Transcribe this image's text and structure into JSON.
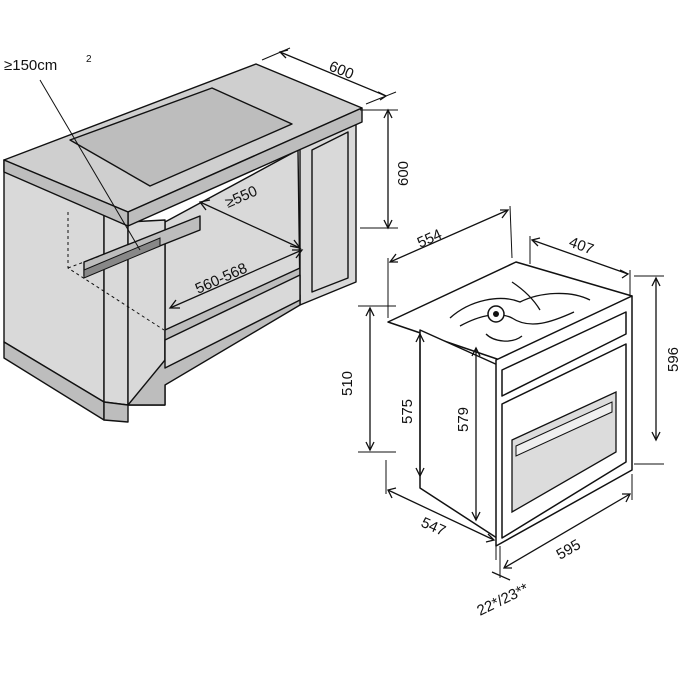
{
  "cabinet_view": {
    "vent_area_label": "≥150cm",
    "vent_area_superscript": "2",
    "depth_label": "600",
    "height_label": "600",
    "niche_depth_label": "≥550",
    "niche_width_label": "560-568"
  },
  "oven_view": {
    "total_depth_label": "554",
    "front_depth_label": "407",
    "height_label": "596",
    "body_height_label": "510",
    "side_height_label": "575",
    "inner_height_label": "579",
    "body_depth_label": "547",
    "width_label": "595",
    "panel_label": "22*/23**"
  }
}
